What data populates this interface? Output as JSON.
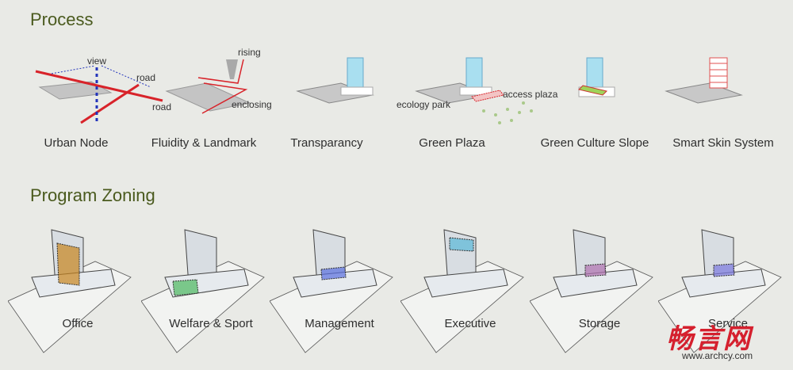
{
  "process": {
    "title": "Process",
    "items": [
      {
        "caption": "Urban Node",
        "labels": [
          "view",
          "road",
          "road"
        ]
      },
      {
        "caption": "Fluidity & Landmark",
        "labels": [
          "rising",
          "enclosing"
        ]
      },
      {
        "caption": "Transparancy",
        "labels": []
      },
      {
        "caption": "Green Plaza",
        "labels": [
          "ecology park",
          "access plaza"
        ]
      },
      {
        "caption": "Green Culture Slope",
        "labels": []
      },
      {
        "caption": "Smart Skin System",
        "labels": []
      }
    ]
  },
  "zoning": {
    "title": "Program Zoning",
    "items": [
      {
        "caption": "Office",
        "color": "#c8841e"
      },
      {
        "caption": "Welfare & Sport",
        "color": "#4cb860"
      },
      {
        "caption": "Management",
        "color": "#5a6fe0"
      },
      {
        "caption": "Executive",
        "color": "#5ab8d8"
      },
      {
        "caption": "Storage",
        "color": "#b070b0"
      },
      {
        "caption": "Service",
        "color": "#7a78e0"
      }
    ]
  },
  "watermark": {
    "text": "畅言网",
    "url": "www.archcy.com"
  }
}
